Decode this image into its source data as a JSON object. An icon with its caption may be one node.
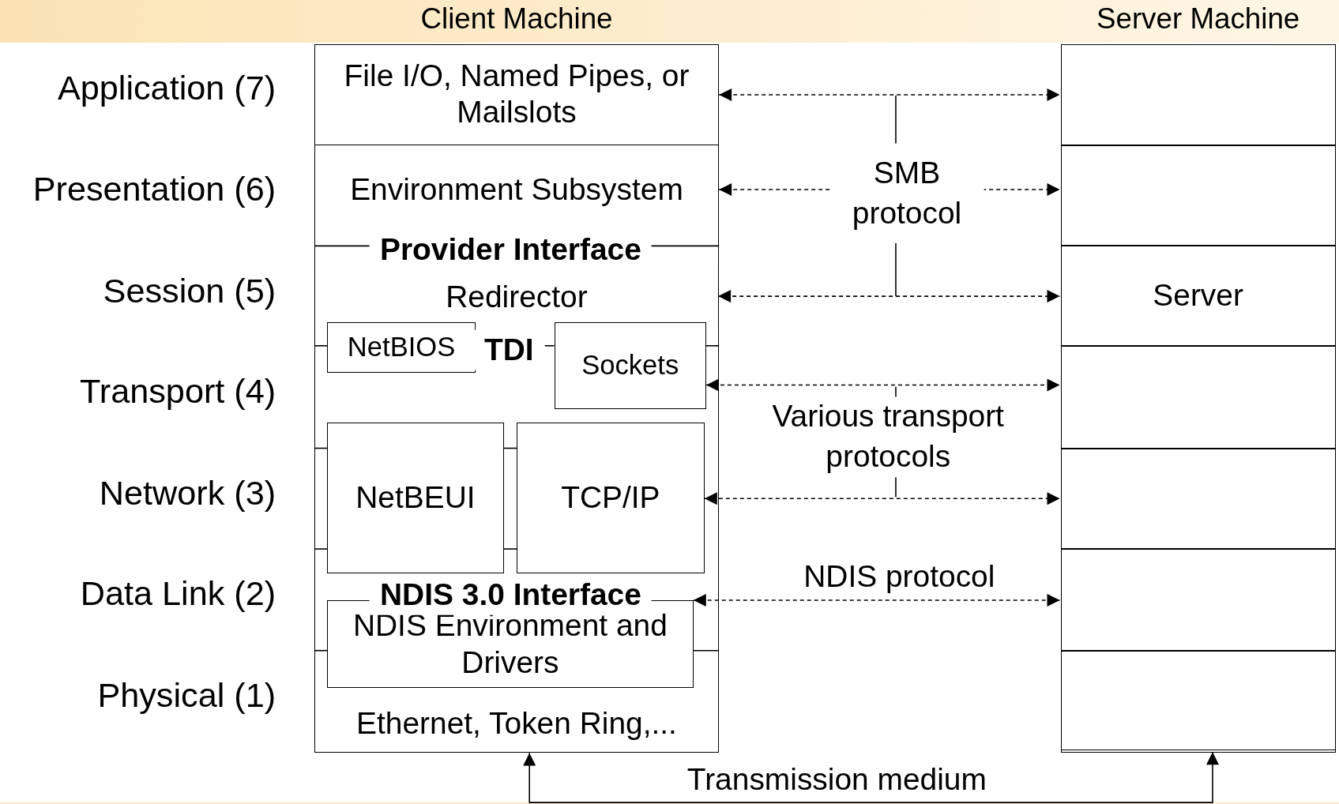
{
  "diagram": {
    "nodes": [
      {
        "text": [
          "Client Machine"
        ]
      },
      {
        "text": [
          "File I/O, Named Pipes, or Mailslots"
        ],
        "in": 0
      },
      {
        "text": [
          "Environment Subsystem"
        ],
        "in": 0
      },
      {
        "text": [
          "Redirector"
        ],
        "in": 0
      },
      {
        "text": [
          "NetBIOS"
        ],
        "in": 0
      },
      {
        "text": [
          "Sockets"
        ],
        "in": 0
      },
      {
        "text": [
          "NetBEUI"
        ],
        "in": 0
      },
      {
        "text": [
          "TCP/IP"
        ],
        "in": 0
      },
      {
        "text": [
          "NDIS Environment and Drivers"
        ],
        "in": 0
      },
      {
        "text": [
          "Ethernet, Token Ring,..."
        ],
        "in": 0
      },
      {
        "text": [
          "Server Machine"
        ]
      },
      {
        "text": [],
        "shape": "box",
        "in": 10
      },
      {
        "text": [],
        "shape": "box",
        "in": 10
      },
      {
        "text": [
          "Server"
        ],
        "in": 10
      },
      {
        "text": [],
        "shape": "box",
        "in": 10
      },
      {
        "text": [],
        "shape": "box",
        "in": 10
      },
      {
        "text": [],
        "shape": "box",
        "in": 10
      },
      {
        "text": [],
        "shape": "box",
        "in": 10
      }
    ],
    "edges": [
      {
        "from": 1,
        "to": 11,
        "arrow": "both",
        "style": "dashed"
      },
      {
        "from": 2,
        "to": 12,
        "arrow": "both",
        "style": "dashed"
      },
      {
        "from": 3,
        "to": 13,
        "arrow": "both",
        "style": "dashed"
      },
      {
        "from": 5,
        "to": 14,
        "arrow": "both",
        "style": "dashed"
      },
      {
        "from": 7,
        "to": 15,
        "arrow": "both",
        "style": "dashed"
      },
      {
        "from": 8,
        "to": 16,
        "arrow": "both",
        "style": "dashed"
      },
      {
        "from": 9,
        "to": 17,
        "arrow": "both",
        "label": "Transmission medium"
      }
    ],
    "labels": [
      "Application (7)",
      "Presentation (6)",
      "SMB protocol",
      "Provider Interface",
      "Session (5)",
      "TDI",
      "Transport (4)",
      "Various transport protocols",
      "Network (3)",
      "Data Link (2)",
      "NDIS protocol",
      "NDIS 3.0 Interface",
      "Physical (1)"
    ]
  }
}
